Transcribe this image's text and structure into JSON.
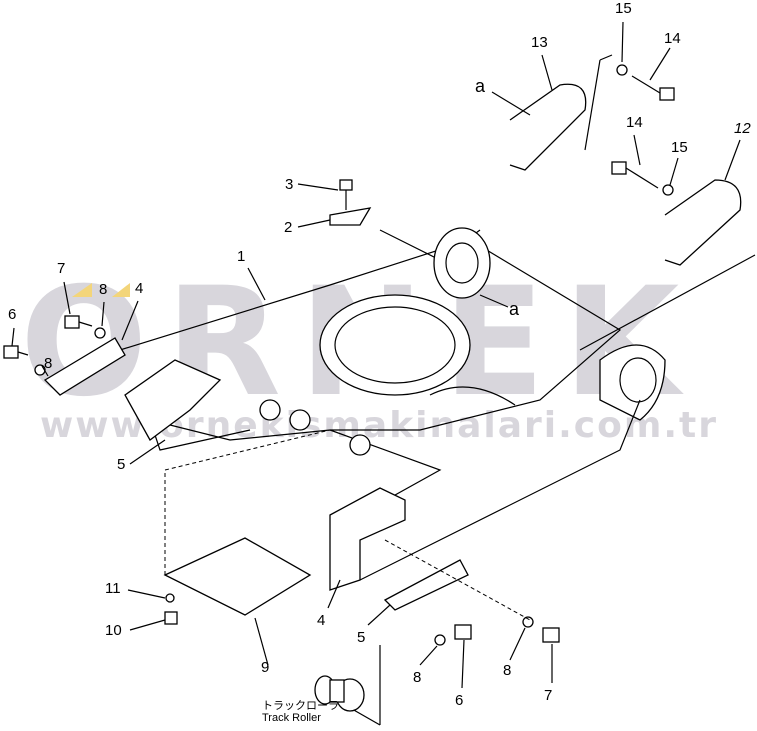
{
  "watermark": {
    "brand": "ORNEK",
    "url": "www.ornekismakinalari.com.tr"
  },
  "callouts": [
    {
      "id": "c15a",
      "text": "15"
    },
    {
      "id": "c14a",
      "text": "14"
    },
    {
      "id": "c13",
      "text": "13"
    },
    {
      "id": "ca1",
      "text": "a"
    },
    {
      "id": "c12",
      "text": "12"
    },
    {
      "id": "c14b",
      "text": "14"
    },
    {
      "id": "c15b",
      "text": "15"
    },
    {
      "id": "c3",
      "text": "3"
    },
    {
      "id": "c2",
      "text": "2"
    },
    {
      "id": "c1",
      "text": "1"
    },
    {
      "id": "ca2",
      "text": "a"
    },
    {
      "id": "c7a",
      "text": "7"
    },
    {
      "id": "c8a",
      "text": "8"
    },
    {
      "id": "c4a",
      "text": "4"
    },
    {
      "id": "c6a",
      "text": "6"
    },
    {
      "id": "c8b",
      "text": "8"
    },
    {
      "id": "c5a",
      "text": "5"
    },
    {
      "id": "c11",
      "text": "11"
    },
    {
      "id": "c10",
      "text": "10"
    },
    {
      "id": "c9",
      "text": "9"
    },
    {
      "id": "c4b",
      "text": "4"
    },
    {
      "id": "c5b",
      "text": "5"
    },
    {
      "id": "c8c",
      "text": "8"
    },
    {
      "id": "c6b",
      "text": "6"
    },
    {
      "id": "c8d",
      "text": "8"
    },
    {
      "id": "c7b",
      "text": "7"
    }
  ],
  "track_roller": {
    "jp": "トラックローラ",
    "en": "Track Roller"
  },
  "colors": {
    "watermark": "#d8d6dc",
    "marker": "#f3d57a"
  }
}
